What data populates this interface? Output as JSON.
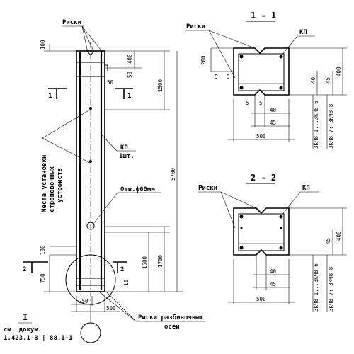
{
  "labels": {
    "riski_top": "Риски",
    "riski_s1": "Риски",
    "riski_s2": "Риски",
    "kp_s1": "КП",
    "kp_s2": "КП",
    "kp_main": "КП",
    "kp_qty": "1шт.",
    "hole": "Отв.ф60мм",
    "mesta_1": "Места установки",
    "mesta_2": "строповочных",
    "mesta_3": "устройств",
    "riski_osi_1": "Риски разбивочных",
    "riski_osi_2": "осей",
    "section_1": "1 - 1",
    "section_2": "2 - 2",
    "cut_1_left": "1",
    "cut_1_right": "1",
    "cut_2_left": "2",
    "cut_2_right": "2",
    "node_I": "I",
    "ref_1": "см. докум.",
    "ref_2": "1.423.1-3 | 88.1-1"
  },
  "dims": {
    "d100_top": "100",
    "d400_top": "400",
    "d50_top": "50",
    "d50_b": "50",
    "d1500_top": "1500",
    "d5700": "5700",
    "d1500_bot": "1500",
    "d1700": "1700",
    "d100_bot": "100",
    "d750": "750",
    "d10": "10",
    "d250": "250",
    "d500_col": "500",
    "s1_200": "200",
    "s1_5a": "5",
    "s1_5b": "5",
    "s1_5c": "5",
    "s1_5d": "5",
    "s1_40": "40",
    "s1_45": "45",
    "s1_500": "500",
    "s1_40v": "40",
    "s1_45v": "45",
    "s1_400": "400",
    "s1_note1": "3КЧ8-1...3КЧ8-6",
    "s1_note2": "3КЧ8-7; 3КЧ8-8",
    "s2_40": "40",
    "s2_45": "45",
    "s2_500": "500",
    "s2_45v": "45",
    "s2_400": "400",
    "s2_note1": "3КЧ8-1...3КЧ8-6",
    "s2_note2": "3КЧ8-7; 3КЧ8-8"
  }
}
